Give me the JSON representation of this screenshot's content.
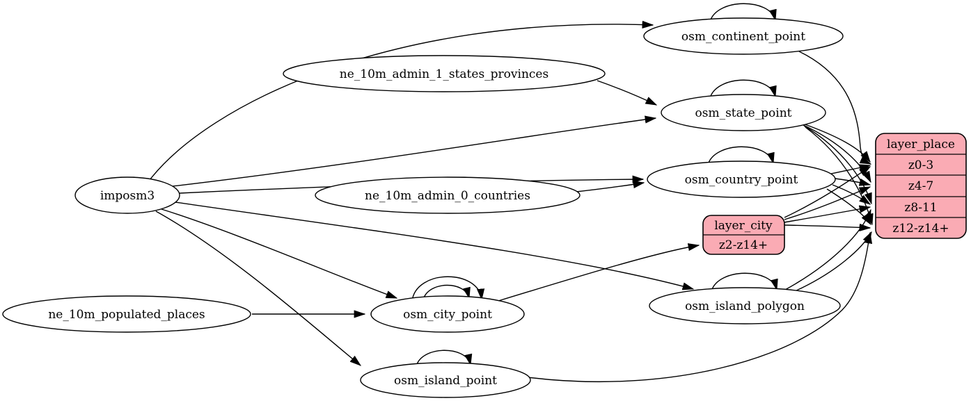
{
  "diagram": {
    "kind": "graphviz-etl-graph",
    "colors": {
      "background": "#ffffff",
      "edge": "#000000",
      "table_node_fill": "#ffffff",
      "layer_record_fill": "#faabb4",
      "text": "#000000"
    },
    "nodes": {
      "imposm3": {
        "label": "imposm3"
      },
      "ne_10m_admin_1_states_provinces": {
        "label": "ne_10m_admin_1_states_provinces"
      },
      "ne_10m_admin_0_countries": {
        "label": "ne_10m_admin_0_countries"
      },
      "ne_10m_populated_places": {
        "label": "ne_10m_populated_places"
      },
      "osm_continent_point": {
        "label": "osm_continent_point"
      },
      "osm_state_point": {
        "label": "osm_state_point"
      },
      "osm_country_point": {
        "label": "osm_country_point"
      },
      "osm_city_point": {
        "label": "osm_city_point"
      },
      "osm_island_polygon": {
        "label": "osm_island_polygon"
      },
      "osm_island_point": {
        "label": "osm_island_point"
      }
    },
    "records": {
      "layer_city": {
        "title": "layer_city",
        "rows": [
          "z2-z14+"
        ]
      },
      "layer_place": {
        "title": "layer_place",
        "rows": [
          "z0-3",
          "z4-7",
          "z8-11",
          "z12-z14+"
        ]
      }
    },
    "edges": [
      {
        "from": "imposm3",
        "to": "osm_continent_point"
      },
      {
        "from": "imposm3",
        "to": "osm_state_point"
      },
      {
        "from": "imposm3",
        "to": "osm_country_point"
      },
      {
        "from": "imposm3",
        "to": "osm_city_point"
      },
      {
        "from": "imposm3",
        "to": "osm_island_polygon"
      },
      {
        "from": "imposm3",
        "to": "osm_island_point"
      },
      {
        "from": "ne_10m_admin_1_states_provinces",
        "to": "osm_state_point"
      },
      {
        "from": "ne_10m_admin_0_countries",
        "to": "osm_country_point"
      },
      {
        "from": "ne_10m_populated_places",
        "to": "osm_city_point"
      },
      {
        "from": "osm_continent_point",
        "to": "osm_continent_point"
      },
      {
        "from": "osm_state_point",
        "to": "osm_state_point"
      },
      {
        "from": "osm_country_point",
        "to": "osm_country_point"
      },
      {
        "from": "osm_city_point",
        "to": "osm_city_point"
      },
      {
        "from": "osm_city_point",
        "to": "osm_city_point"
      },
      {
        "from": "osm_island_polygon",
        "to": "osm_island_polygon"
      },
      {
        "from": "osm_island_point",
        "to": "osm_island_point"
      },
      {
        "from": "osm_continent_point",
        "to": "layer_place:z0-3"
      },
      {
        "from": "osm_state_point",
        "to": "layer_place:z0-3"
      },
      {
        "from": "osm_state_point",
        "to": "layer_place:z4-7"
      },
      {
        "from": "osm_state_point",
        "to": "layer_place:z8-11"
      },
      {
        "from": "osm_state_point",
        "to": "layer_place:z12-z14+"
      },
      {
        "from": "osm_country_point",
        "to": "layer_place:z0-3"
      },
      {
        "from": "osm_country_point",
        "to": "layer_place:z4-7"
      },
      {
        "from": "osm_country_point",
        "to": "layer_place:z8-11"
      },
      {
        "from": "osm_country_point",
        "to": "layer_place:z12-z14+"
      },
      {
        "from": "osm_city_point",
        "to": "layer_city:z2-z14+"
      },
      {
        "from": "layer_city",
        "to": "layer_place:z0-3"
      },
      {
        "from": "layer_city",
        "to": "layer_place:z4-7"
      },
      {
        "from": "layer_city",
        "to": "layer_place:z8-11"
      },
      {
        "from": "layer_city",
        "to": "layer_place:z12-z14+"
      },
      {
        "from": "osm_island_polygon",
        "to": "layer_place:z8-11"
      },
      {
        "from": "osm_island_polygon",
        "to": "layer_place:z12-z14+"
      },
      {
        "from": "osm_island_point",
        "to": "layer_place:z12-z14+"
      }
    ]
  }
}
